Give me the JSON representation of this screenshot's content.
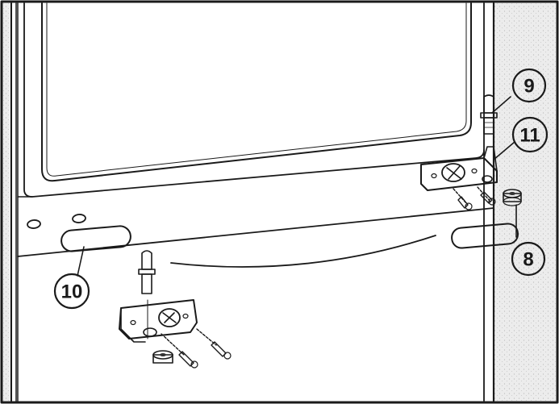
{
  "callouts": [
    {
      "id": "9",
      "label": "9"
    },
    {
      "id": "11",
      "label": "11"
    },
    {
      "id": "8",
      "label": "8"
    },
    {
      "id": "10",
      "label": "10"
    }
  ],
  "colors": {
    "ink": "#1a1a1a",
    "wall": "#e6e6e6",
    "stipple": "#bdbdbd",
    "paper": "#ffffff"
  }
}
